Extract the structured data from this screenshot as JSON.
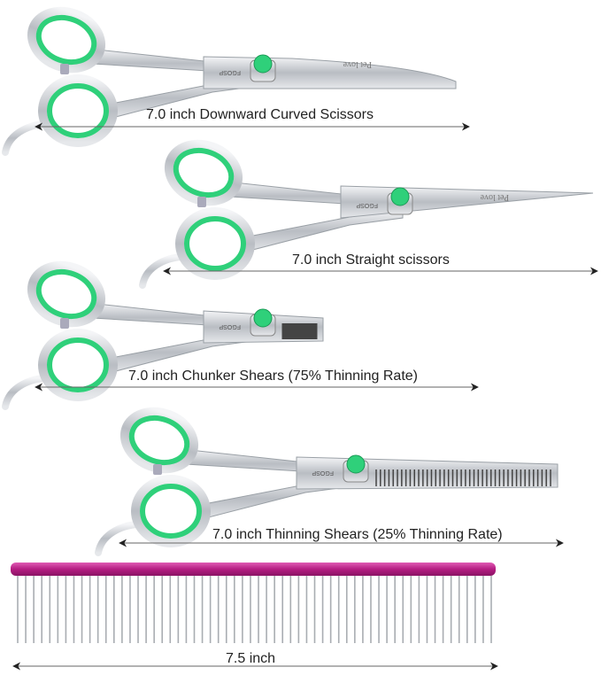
{
  "colors": {
    "ring_green": "#2fd07a",
    "steel": "#c9ccd1",
    "comb_bar": "#c2288f",
    "arrow": "#222222"
  },
  "products": [
    {
      "label": "7.0 inch Downward Curved Scissors",
      "blade": "curved",
      "engraving": "Pet love",
      "brand_mark": "FGOSP"
    },
    {
      "label": "7.0 inch Straight scissors",
      "blade": "straight",
      "engraving": "Pet love",
      "brand_mark": "FGOSP"
    },
    {
      "label": "7.0 inch Chunker Shears (75% Thinning Rate)",
      "blade": "chunker",
      "brand_mark": "FGOSP"
    },
    {
      "label": "7.0 inch Thinning Shears (25% Thinning Rate)",
      "blade": "thinning",
      "brand_mark": "FGOSP"
    }
  ],
  "comb": {
    "label": "7.5 inch"
  }
}
